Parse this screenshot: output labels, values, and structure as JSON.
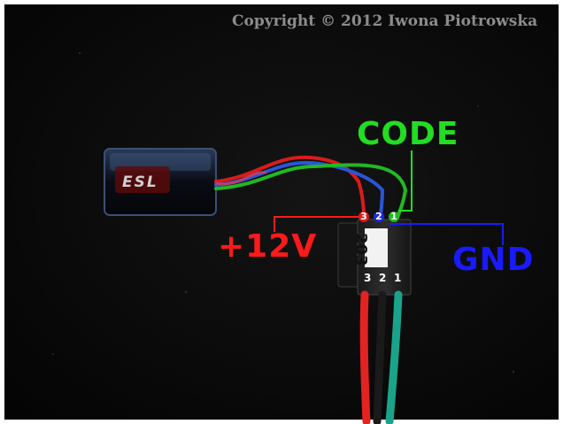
{
  "copyright": "Copyright © 2012 Iwona Piotrowska",
  "module": {
    "logo_text": "ESL"
  },
  "labels": {
    "code": {
      "text": "CODE",
      "color": "#22dd22"
    },
    "power": {
      "text": "+12V",
      "color": "#ff1a1a"
    },
    "ground": {
      "text": "GND",
      "color": "#1a1aff"
    }
  },
  "connector": {
    "id": "203",
    "top_pins": [
      "3",
      "2",
      "1"
    ],
    "bottom_pins": [
      "3",
      "2",
      "1"
    ],
    "pin_colors": {
      "3": "#d81c1c",
      "2": "#1c2ad8",
      "1": "#22b822"
    }
  },
  "colors": {
    "background": "#050505",
    "wire_red": "#e32222",
    "wire_green": "#2bbf5a",
    "wire_blue": "#2a55d9",
    "wire_teal": "#1aa38a"
  }
}
